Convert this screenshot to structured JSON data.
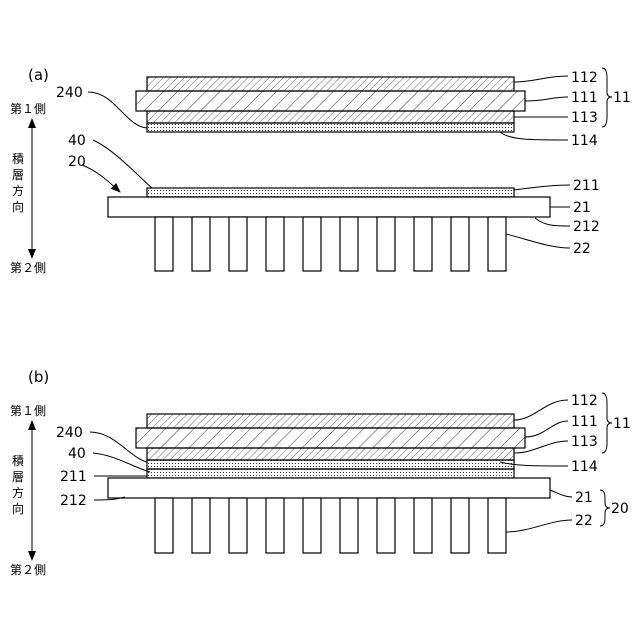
{
  "panels": [
    {
      "label": "(a)",
      "side_top": "第１側",
      "side_bottom": "第２側",
      "direction": [
        "積",
        "層",
        "方",
        "向"
      ],
      "labels": {
        "l112": "112",
        "l111": "111",
        "l113": "113",
        "l114": "114",
        "l11": "11",
        "l240": "240",
        "l40": "40",
        "l20": "20",
        "l211": "211",
        "l21": "21",
        "l212": "212",
        "l22": "22"
      }
    },
    {
      "label": "(b)",
      "side_top": "第１側",
      "side_bottom": "第２側",
      "direction": [
        "積",
        "層",
        "方",
        "向"
      ],
      "labels": {
        "l112": "112",
        "l111": "111",
        "l113": "113",
        "l114": "114",
        "l11": "11",
        "l240": "240",
        "l40": "40",
        "l211": "211",
        "l212": "212",
        "l21": "21",
        "l22": "22",
        "l20": "20"
      }
    }
  ]
}
